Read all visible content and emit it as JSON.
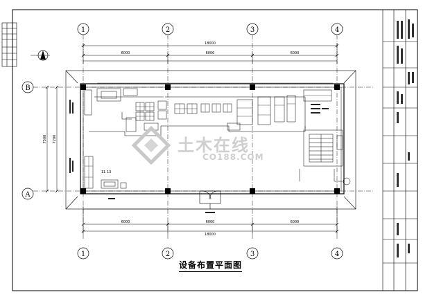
{
  "title": "设备布置平面图",
  "watermark": {
    "cn": "土木在线",
    "en": "CO188.COM"
  },
  "axes": {
    "columns": [
      "1",
      "2",
      "3",
      "4"
    ],
    "rows": [
      "B",
      "A"
    ]
  },
  "dimensions": {
    "top_total": "18000",
    "top_spans": [
      "6000",
      "6000",
      "6000"
    ],
    "bottom_total": "18000",
    "bottom_spans": [
      "6000",
      "6000",
      "6000"
    ],
    "left_outer": "7500",
    "left_inner": "7200"
  },
  "tags": {
    "eq_11": "11",
    "eq_13": "13"
  }
}
